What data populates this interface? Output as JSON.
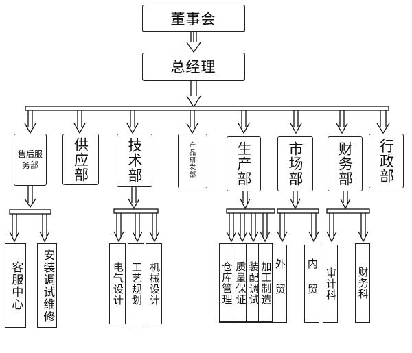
{
  "diagram": {
    "top": {
      "board": "董事会",
      "gm": "总经理"
    },
    "departments": [
      {
        "key": "after_sales",
        "label": "售后服务部"
      },
      {
        "key": "supply",
        "label": "供应部"
      },
      {
        "key": "tech",
        "label": "技术部"
      },
      {
        "key": "rnd",
        "label": "产品研发部"
      },
      {
        "key": "production",
        "label": "生产部"
      },
      {
        "key": "market",
        "label": "市场部"
      },
      {
        "key": "finance",
        "label": "财务部"
      },
      {
        "key": "admin",
        "label": "行政部"
      }
    ],
    "sub_units": {
      "after_sales": [
        "客服中心",
        "安装调试维修"
      ],
      "tech": [
        "电气设计",
        "工艺规划",
        "机械设计"
      ],
      "production": [
        "仓库管理",
        "质量保证",
        "装配调试",
        "加工制造"
      ],
      "market": [
        "外贸",
        "内贸"
      ],
      "finance": [
        "审计科",
        "财务科"
      ]
    }
  }
}
